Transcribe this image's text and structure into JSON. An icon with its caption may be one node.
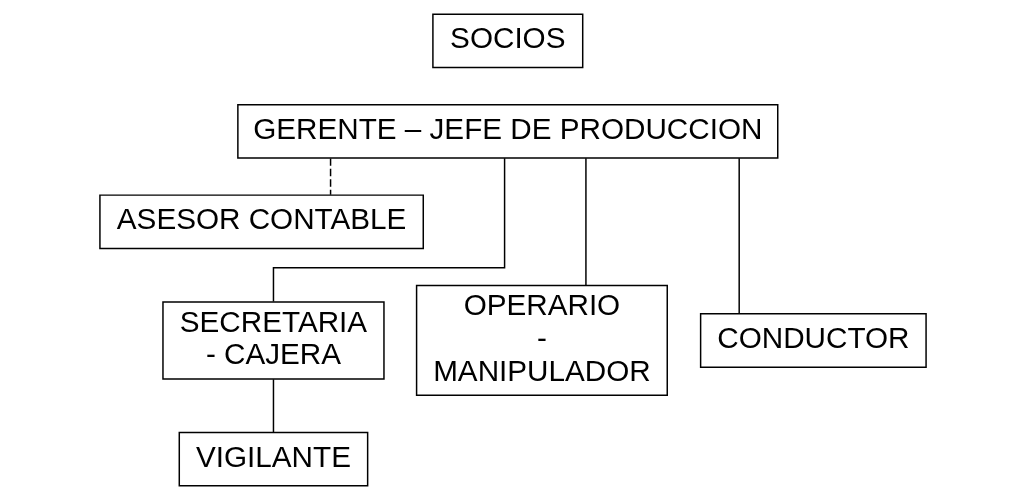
{
  "diagram": {
    "nodes": [
      {
        "text": [
          "SOCIOS"
        ]
      },
      {
        "text": [
          "GERENTE – JEFE DE PRODUCCION"
        ]
      },
      {
        "text": [
          "ASESOR CONTABLE"
        ]
      },
      {
        "text": [
          "SECRETARIA - CAJERA"
        ]
      },
      {
        "text": [
          "OPERARIO - MANIPULADOR"
        ]
      },
      {
        "text": [
          "CONDUCTOR"
        ]
      },
      {
        "text": [
          "VIGILANTE"
        ]
      }
    ],
    "edges": [
      {
        "from": 1,
        "to": 2,
        "arrow": "none",
        "style": "dashed"
      },
      {
        "from": 1,
        "to": 3,
        "arrow": "none"
      },
      {
        "from": 1,
        "to": 4,
        "arrow": "none"
      },
      {
        "from": 1,
        "to": 5,
        "arrow": "none"
      },
      {
        "from": 3,
        "to": 6,
        "arrow": "none"
      }
    ]
  }
}
